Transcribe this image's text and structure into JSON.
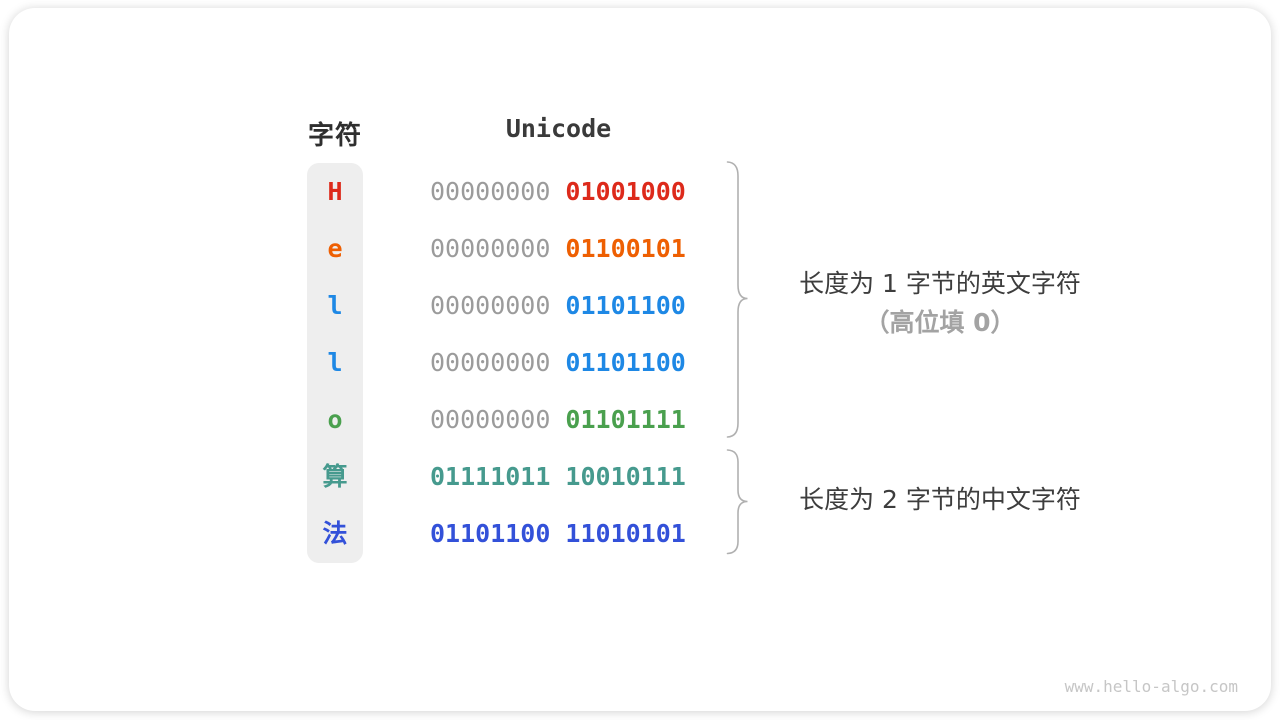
{
  "header": {
    "char_label": "字符",
    "unicode_label": "Unicode"
  },
  "rows": [
    {
      "char": "H",
      "prefix": "00000000",
      "byte": "01001000",
      "color": "#dd2a1b"
    },
    {
      "char": "e",
      "prefix": "00000000",
      "byte": "01100101",
      "color": "#ee5f02"
    },
    {
      "char": "l",
      "prefix": "00000000",
      "byte": "01101100",
      "color": "#1e88e5"
    },
    {
      "char": "l",
      "prefix": "00000000",
      "byte": "01101100",
      "color": "#1e88e5"
    },
    {
      "char": "o",
      "prefix": "00000000",
      "byte": "01101111",
      "color": "#4aa04e"
    },
    {
      "char": "算",
      "prefix": "01111011",
      "byte": "10010111",
      "color": "#469a8e"
    },
    {
      "char": "法",
      "prefix": "01101100",
      "byte": "11010101",
      "color": "#3351d9"
    }
  ],
  "annotations": {
    "group1_line1": "长度为 1 字节的英文字符",
    "group1_line2": "（高位填 0）",
    "group2_line1": "长度为 2 字节的中文字符"
  },
  "watermark": "www.hello-algo.com",
  "colors": {
    "gray_bits": "#9b9b9b",
    "column_bg": "#eeeeee",
    "brace": "#b0b0b0",
    "heading_text": "#3a3a3a",
    "annotation_text": "#3d3d3d",
    "annotation_secondary": "#a3a3a3",
    "watermark": "#c6c6c6"
  }
}
